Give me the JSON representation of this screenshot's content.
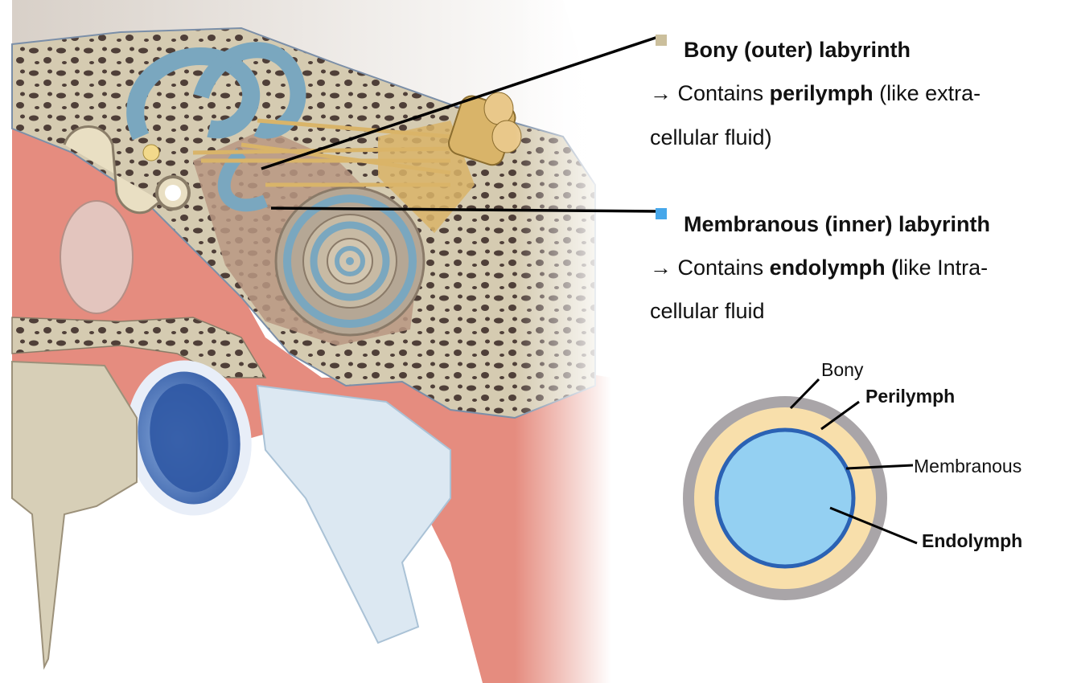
{
  "legend": {
    "bony": {
      "title": "Bony (outer) labyrinth",
      "line1_arrow": "→",
      "line1_pre": " Contains ",
      "line1_bold": "perilymph",
      "line1_post": " (like extra-",
      "line2": "cellular fluid)",
      "swatch_color": "#cbbf9c"
    },
    "membranous": {
      "title": "Membranous (inner) labyrinth",
      "line1_arrow": "→",
      "line1_pre": " Contains ",
      "line1_bold": "endolymph (",
      "line1_post": "like Intra-",
      "line2": "cellular fluid",
      "swatch_color": "#46a7ea"
    }
  },
  "cross_section": {
    "labels": {
      "bony": "Bony",
      "perilymph": "Perilymph",
      "membranous": "Membranous",
      "endolymph": "Endolymph"
    },
    "colors": {
      "bony": "#a9a5a8",
      "perilymph": "#f8dfab",
      "membranous": "#2b62b4",
      "endolymph": "#94d0f2"
    }
  },
  "illustration": {
    "colors": {
      "bone": "#d5cbb1",
      "bone_pore": "#4f3f38",
      "flesh": "#e58c7f",
      "flesh_dark": "#c8685e",
      "membrane": "#7aa7bf",
      "nerve": "#d9b469",
      "vessel": "#3f69b4",
      "fat": "#dce8f2"
    }
  }
}
